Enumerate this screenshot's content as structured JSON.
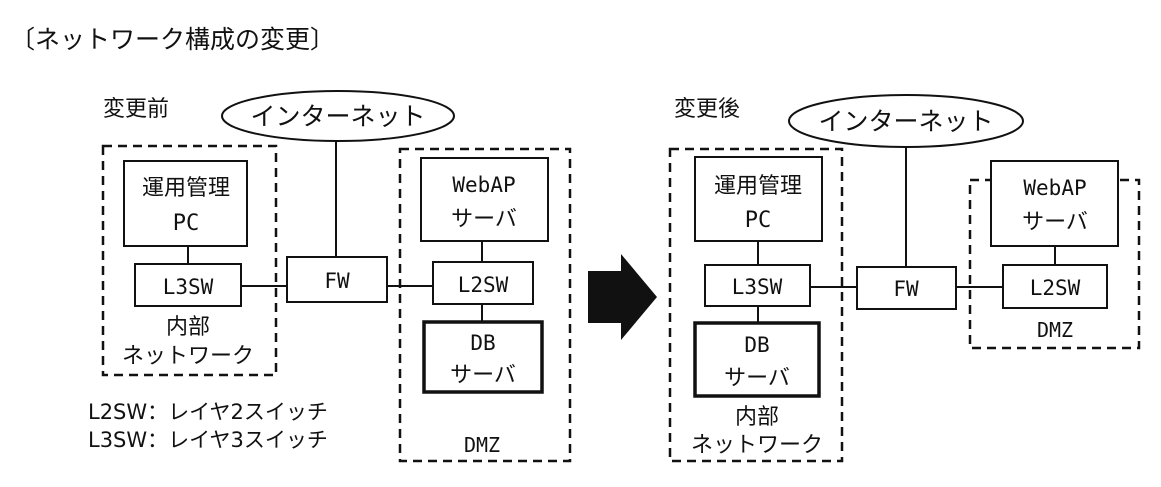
{
  "heading": "〔ネットワーク構成の変更〕",
  "before": {
    "label": "変更前",
    "internet": "インターネット",
    "ops_pc": [
      "運用管理",
      "PC"
    ],
    "l3sw": "L3SW",
    "internal_zone": [
      "内部",
      "ネットワーク"
    ],
    "fw": "FW",
    "webap": [
      "WebAP",
      "サーバ"
    ],
    "l2sw": "L2SW",
    "db": [
      "DB",
      "サーバ"
    ],
    "dmz": "DMZ"
  },
  "after": {
    "label": "変更後",
    "internet": "インターネット",
    "ops_pc": [
      "運用管理",
      "PC"
    ],
    "l3sw": "L3SW",
    "db": [
      "DB",
      "サーバ"
    ],
    "internal_zone": [
      "内部",
      "ネットワーク"
    ],
    "fw": "FW",
    "webap": [
      "WebAP",
      "サーバ"
    ],
    "l2sw": "L2SW",
    "dmz": "DMZ"
  },
  "legend": [
    "L2SW：レイヤ2スイッチ",
    "L3SW：レイヤ3スイッチ"
  ],
  "colors": {
    "line": "#111111",
    "background": "#ffffff"
  },
  "icons": {
    "transition_arrow": "right-arrow-icon"
  }
}
